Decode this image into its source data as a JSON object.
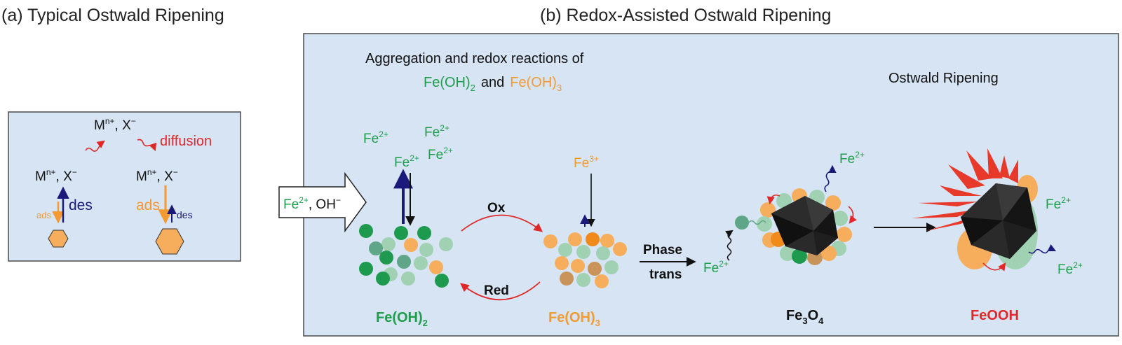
{
  "colors": {
    "panel_fill": "#d6e4f4",
    "panel_stroke": "#4a4a4a",
    "fe2_green": "#1e9e4a",
    "fe3_orange": "#f39a32",
    "arrow_red": "#e02828",
    "arrow_navy": "#1b1a7a",
    "particle_dark_green": "#1e9a4e",
    "particle_mid_green": "#5ea687",
    "particle_light_green": "#9fd1b2",
    "particle_orange": "#f6ad5c",
    "particle_deep_orange": "#f08a1a",
    "particle_brown": "#c8945a",
    "hexagon_fill": "#f6ad5c",
    "crystal_black": "#1c1c1c",
    "spike_red": "#e83a2a"
  },
  "panel_a": {
    "title": "(a) Typical Ostwald Ripening",
    "top_species": {
      "m": "M",
      "m_sup": "n+",
      "rest": ", X",
      "x_sup": "−"
    },
    "diffusion_label": "diffusion",
    "left_species": {
      "m": "M",
      "m_sup": "n+",
      "rest": ", X",
      "x_sup": "−"
    },
    "right_species": {
      "m": "M",
      "m_sup": "n+",
      "rest": ", X",
      "x_sup": "−"
    },
    "left_des": "des",
    "left_ads": "ads",
    "right_ads": "ads",
    "right_des": "des"
  },
  "input_arrow": {
    "fe": "Fe",
    "fe_sup": "2+",
    "sep": ", OH",
    "oh_sup": "−"
  },
  "panel_b": {
    "title": "(b) Redox-Assisted Ostwald Ripening",
    "heading_line1": "Aggregation and redox reactions of",
    "fe_oh2": {
      "base": "Fe(OH)",
      "sub": "2"
    },
    "and": "and",
    "fe_oh3": {
      "base": "Fe(OH)",
      "sub": "3"
    },
    "ostwald_label": "Ostwald Ripening",
    "ions": {
      "fe": "Fe",
      "sup2": "2+",
      "sup3": "3+"
    },
    "ox_label": "Ox",
    "red_label": "Red",
    "phase_label": "Phase",
    "trans_label": "trans",
    "labels": {
      "fe_oh2": {
        "base": "Fe(OH)",
        "sub": "2"
      },
      "fe_oh3": {
        "base": "Fe(OH)",
        "sub": "3"
      },
      "fe3o4": {
        "a": "Fe",
        "s1": "3",
        "b": "O",
        "s2": "4"
      },
      "feooh": "FeOOH"
    }
  }
}
